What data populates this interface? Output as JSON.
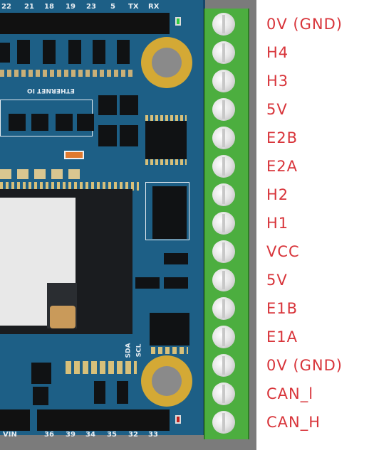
{
  "top_header": {
    "labels": [
      "22",
      "21",
      "18",
      "19",
      "23",
      "5",
      "TX",
      "RX"
    ]
  },
  "bottom_header": {
    "labels": [
      "VIN",
      "36",
      "39",
      "34",
      "35",
      "32",
      "33"
    ]
  },
  "silkscreen": {
    "ethernet_label": "ETHERNET IO",
    "sda_label": "SDA",
    "scl_label": "SCL"
  },
  "terminal_pins": [
    "0V (GND)",
    "H4",
    "H3",
    "5V",
    "E2B",
    "E2A",
    "H2",
    "H1",
    "VCC",
    "5V",
    "E1B",
    "E1A",
    "0V (GND)",
    "CAN_l",
    "CAN_H"
  ],
  "colors": {
    "pcb": "#1d5f86",
    "terminal_green": "#4cae3f",
    "label_red": "#d8343a",
    "led_top": "#2ecc40",
    "led_bottom": "#c0201c"
  }
}
